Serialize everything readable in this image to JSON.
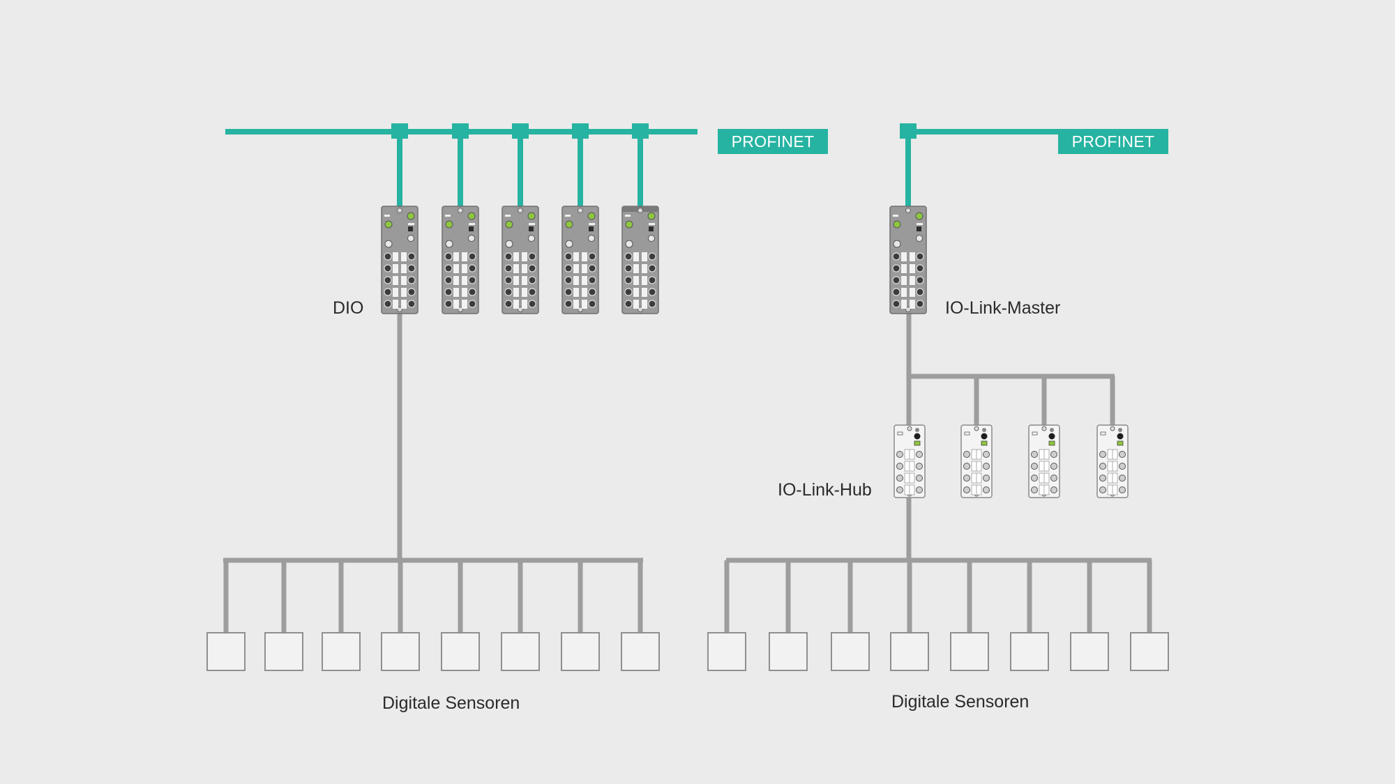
{
  "colors": {
    "background": "#ebebeb",
    "profinet": "#26b3a1",
    "wire": "#9d9d9d",
    "module_dark": "#9a9a9a",
    "module_light": "#f4f4f4",
    "led_green": "#8ec63f",
    "sensor_fill": "#f2f2f2",
    "sensor_stroke": "#8f8f8f"
  },
  "left_system": {
    "bus_label": "PROFINET",
    "module_label": "DIO",
    "module_count": 5,
    "sensor_label": "Digitale Sensoren",
    "sensor_count": 8
  },
  "right_system": {
    "bus_label": "PROFINET",
    "master_label": "IO-Link-Master",
    "hub_label": "IO-Link-Hub",
    "hub_count": 4,
    "sensor_label": "Digitale Sensoren",
    "sensor_count": 8
  }
}
